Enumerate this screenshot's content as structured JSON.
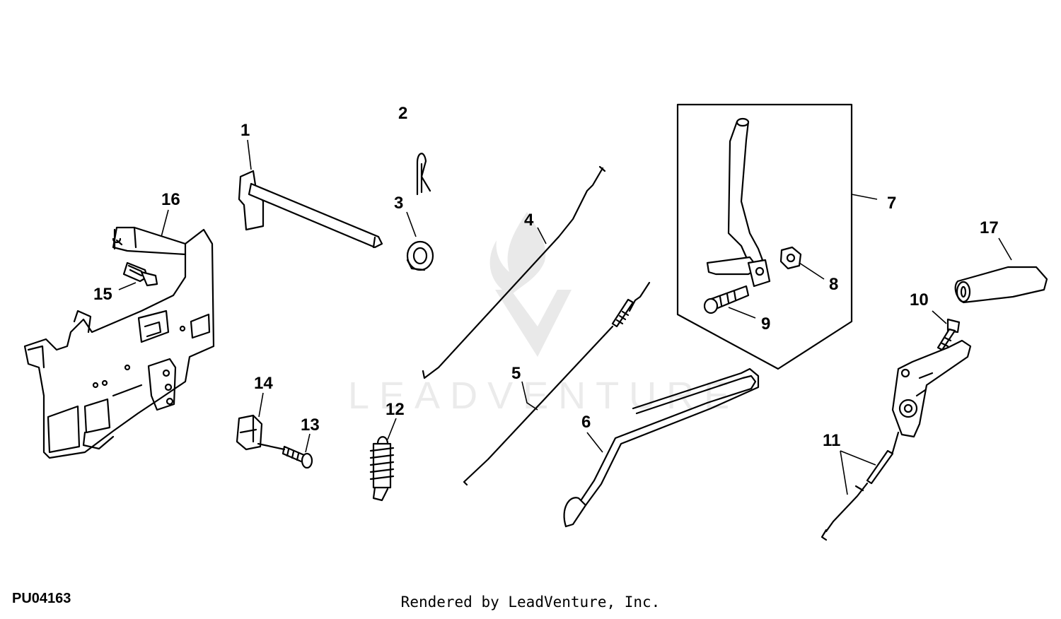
{
  "diagram_code": "PU04163",
  "credit": "Rendered by LeadVenture, Inc.",
  "watermark": "LEADVENTURE",
  "callouts": {
    "c1": "1",
    "c2": "2",
    "c3": "3",
    "c4": "4",
    "c5": "5",
    "c6": "6",
    "c7": "7",
    "c8": "8",
    "c9": "9",
    "c10": "10",
    "c11": "11",
    "c12": "12",
    "c13": "13",
    "c14": "14",
    "c15": "15",
    "c16": "16",
    "c17": "17"
  }
}
